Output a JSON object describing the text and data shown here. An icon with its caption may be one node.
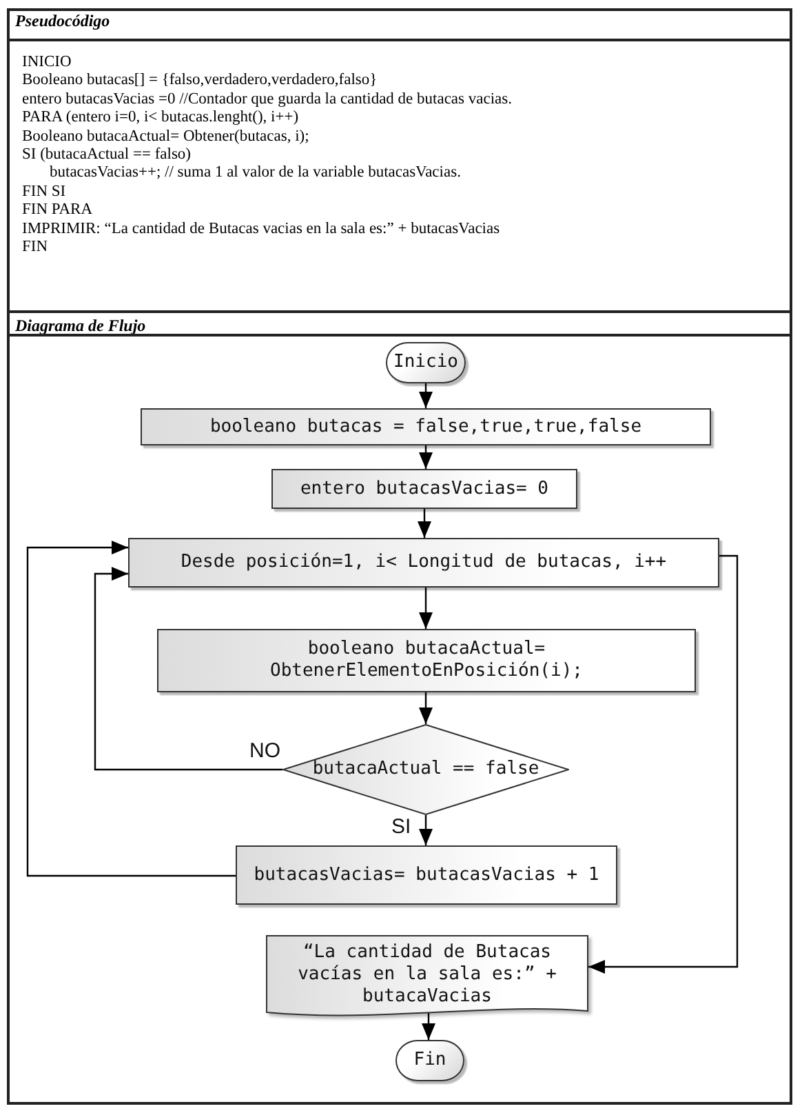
{
  "diagram": {
    "nodes": [
      {
        "text": [
          "Pseudocódigo",
          "INICIO",
          "Booleano butacas[] = {falso,verdadero,verdadero,falso}",
          "entero butacasVacias =0 //Contador que guarda la cantidad de butacas vacias.",
          "PARA (entero i=0, i< butacas.lenght(), i++)",
          "Booleano butacaActual= Obtener(butacas, i);",
          "SI (butacaActual == falso)",
          "butacasVacias++; // suma 1 al valor de la variable butacasVacias.",
          "FIN SI",
          "FIN PARA",
          "IMPRIMIR: “La cantidad de Butacas vacias en la sala es:” + butacasVacias",
          "FIN"
        ]
      },
      {
        "text": [
          "Diagrama de Flujo"
        ]
      },
      {
        "text": [
          "Inicio"
        ],
        "in": 1
      },
      {
        "text": [
          "booleano butacas = false,true,true,false"
        ],
        "in": 1
      },
      {
        "text": [
          "entero butacasVacias= 0"
        ],
        "in": 1
      },
      {
        "text": [
          "Desde posición=1, i< Longitud de butacas, i++"
        ],
        "in": 1
      },
      {
        "text": [
          "booleano butacaActual= ObtenerElementoEnPosición(i);"
        ],
        "in": 1
      },
      {
        "text": [
          "butacaActual == false"
        ],
        "in": 1
      },
      {
        "text": [
          "butacasVacias= butacasVacias + 1"
        ],
        "in": 1
      },
      {
        "text": [
          "“La cantidad de Butacas vacías en la sala es:” + butacaVacias"
        ],
        "in": 1
      },
      {
        "text": [
          "Fin"
        ],
        "in": 1
      }
    ],
    "edges": [
      {
        "from": 2,
        "to": 3,
        "arrow": "to"
      },
      {
        "from": 3,
        "to": 4,
        "arrow": "to"
      },
      {
        "from": 4,
        "to": 5,
        "arrow": "to"
      },
      {
        "from": 5,
        "to": 6,
        "arrow": "to"
      },
      {
        "from": 6,
        "to": 7,
        "arrow": "to"
      },
      {
        "from": 7,
        "to": 5,
        "arrow": "to",
        "label": "NO"
      },
      {
        "from": 7,
        "to": 8,
        "arrow": "to",
        "label": "SI"
      },
      {
        "from": 8,
        "to": 5,
        "arrow": "to"
      },
      {
        "from": 5,
        "to": 9,
        "arrow": "to"
      },
      {
        "from": 9,
        "to": 10,
        "arrow": "to"
      }
    ]
  }
}
